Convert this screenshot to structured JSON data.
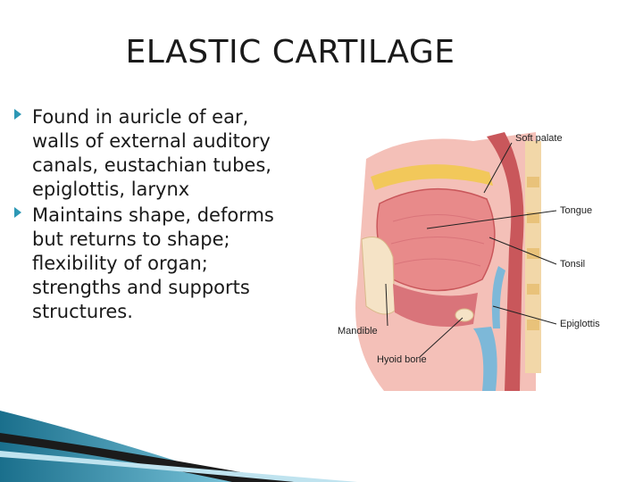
{
  "slide": {
    "title": "ELASTIC CARTILAGE",
    "bullets": [
      "Found in auricle of ear, walls of external auditory canals, eustachian tubes, epiglottis, larynx",
      "Maintains shape, deforms but returns to shape; flexibility of organ; strengths and supports structures."
    ]
  },
  "diagram": {
    "labels": {
      "soft_palate": "Soft palate",
      "tongue": "Tongue",
      "tonsil": "Tonsil",
      "epiglottis": "Epiglottis",
      "mandible": "Mandible",
      "hyoid_bone": "Hyoid bone"
    }
  },
  "colors": {
    "accent": "#2d98b5",
    "tissue": "#e88a8a",
    "tissue_dark": "#c9575b",
    "cartilage": "#7db8d8",
    "fat": "#f2c85a"
  }
}
